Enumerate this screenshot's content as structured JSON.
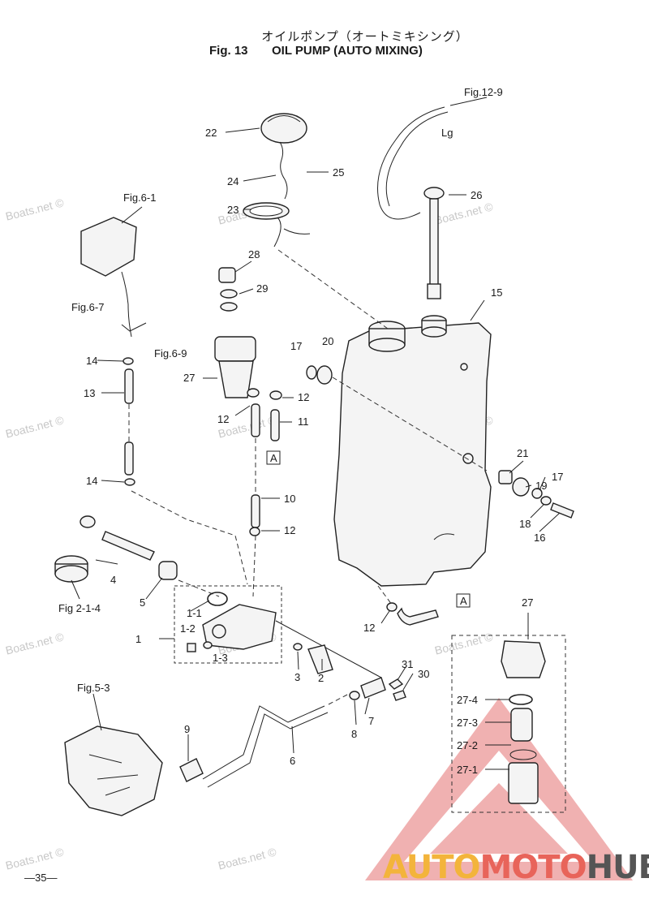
{
  "header": {
    "title_jp": "オイルポンプ（オートミキシング）",
    "fig_number": "Fig. 13",
    "title_en": "OIL PUMP (AUTO MIXING)"
  },
  "watermark": "Boats.net ©",
  "page_number": "—35—",
  "logo": {
    "part1": "AUTO",
    "part2": "MOTO",
    "part3": "HUB",
    "colors": {
      "auto": "#f3b43b",
      "moto": "#e8645a",
      "hub": "#555555"
    }
  },
  "labels": {
    "fig12_9": "Fig.12-9",
    "lg": "Lg",
    "p22": "22",
    "p25": "25",
    "p24": "24",
    "p23": "23",
    "p26": "26",
    "fig6_1": "Fig.6-1",
    "p28": "28",
    "p29": "29",
    "p15": "15",
    "fig6_7": "Fig.6-7",
    "fig6_9": "Fig.6-9",
    "p17a": "17",
    "p20": "20",
    "p14a": "14",
    "p27a": "27",
    "p12a": "12",
    "p13": "13",
    "p12b": "12",
    "p11": "11",
    "boxA1": "A",
    "p21": "21",
    "p19": "19",
    "p17b": "17",
    "p14b": "14",
    "p10": "10",
    "p18": "18",
    "p16": "16",
    "p12c": "12",
    "p4": "4",
    "p5": "5",
    "fig2_1_4": "Fig 2-1-4",
    "p1_1": "1-1",
    "p1_2": "1-2",
    "p1_3": "1-3",
    "p1": "1",
    "p12d": "12",
    "boxA2": "A",
    "p27b": "27",
    "p3": "3",
    "p2": "2",
    "p31": "31",
    "p30": "30",
    "fig5_3": "Fig.5-3",
    "p8": "8",
    "p7": "7",
    "p27_4": "27-4",
    "p27_3": "27-3",
    "p27_2": "27-2",
    "p27_1": "27-1",
    "p9": "9",
    "p6": "6"
  }
}
